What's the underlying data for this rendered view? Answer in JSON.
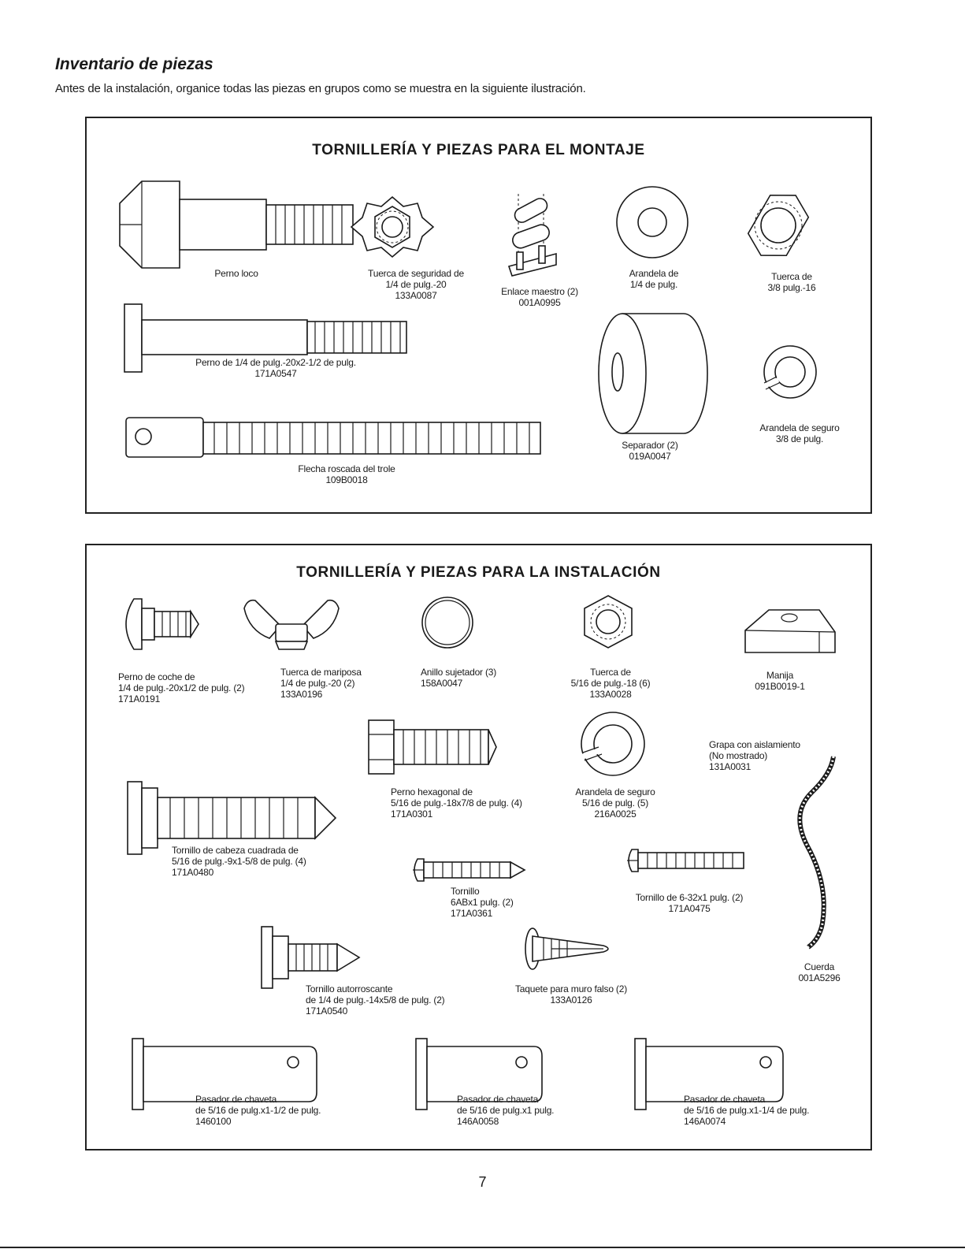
{
  "page": {
    "title": "Inventario de piezas",
    "intro": "Antes de la instalación, organice todas las piezas en grupos como se muestra en la siguiente ilustración.",
    "page_number": "7"
  },
  "panel_mount": {
    "title": "TORNILLERÍA Y PIEZAS PARA EL MONTAJE",
    "parts": [
      {
        "lines": [
          "Perno loco"
        ]
      },
      {
        "lines": [
          "Tuerca de seguridad de",
          "1/4 de pulg.-20",
          "133A0087"
        ]
      },
      {
        "lines": [
          "Enlace maestro (2)",
          "001A0995"
        ]
      },
      {
        "lines": [
          "Arandela de",
          "1/4 de pulg."
        ]
      },
      {
        "lines": [
          "Tuerca de",
          "3/8 pulg.-16"
        ]
      },
      {
        "lines": [
          "Perno de 1/4 de pulg.-20x2-1/2 de pulg.",
          "171A0547"
        ]
      },
      {
        "lines": [
          "Flecha roscada del trole",
          "109B0018"
        ]
      },
      {
        "lines": [
          "Separador (2)",
          "019A0047"
        ]
      },
      {
        "lines": [
          "Arandela de seguro",
          "3/8 de pulg."
        ]
      }
    ]
  },
  "panel_install": {
    "title": "TORNILLERÍA Y PIEZAS PARA LA INSTALACIÓN",
    "parts": [
      {
        "lines": [
          "Perno de coche de",
          "1/4 de pulg.-20x1/2 de pulg. (2)",
          "171A0191"
        ]
      },
      {
        "lines": [
          "Tuerca de mariposa",
          "1/4 de pulg.-20 (2)",
          "133A0196"
        ]
      },
      {
        "lines": [
          "Anillo sujetador (3)",
          "158A0047"
        ]
      },
      {
        "lines": [
          "Tuerca de",
          "5/16 de pulg.-18 (6)",
          "133A0028"
        ]
      },
      {
        "lines": [
          "Manija",
          "091B0019-1"
        ]
      },
      {
        "lines": [
          "Perno hexagonal de",
          "5/16 de pulg.-18x7/8 de pulg. (4)",
          "171A0301"
        ]
      },
      {
        "lines": [
          "Arandela de seguro",
          "5/16 de pulg. (5)",
          "216A0025"
        ]
      },
      {
        "lines": [
          "Grapa con aislamiento",
          "(No mostrado)",
          "131A0031"
        ]
      },
      {
        "lines": [
          "Tornillo de cabeza cuadrada de",
          "5/16 de pulg.-9x1-5/8 de pulg. (4)",
          "171A0480"
        ]
      },
      {
        "lines": [
          "Tornillo",
          "6ABx1 pulg. (2)",
          "171A0361"
        ]
      },
      {
        "lines": [
          "Tornillo de 6-32x1 pulg. (2)",
          "171A0475"
        ]
      },
      {
        "lines": [
          "Tornillo autorroscante",
          "de 1/4 de pulg.-14x5/8 de pulg. (2)",
          "171A0540"
        ]
      },
      {
        "lines": [
          "Taquete para muro falso (2)",
          "133A0126"
        ]
      },
      {
        "lines": [
          "Cuerda",
          "001A5296"
        ]
      },
      {
        "lines": [
          "Pasador de chaveta",
          "de 5/16 de pulg.x1-1/2 de pulg.",
          "1460100"
        ]
      },
      {
        "lines": [
          "Pasador de chaveta",
          "de 5/16 de pulg.x1 pulg.",
          "146A0058"
        ]
      },
      {
        "lines": [
          "Pasador de chaveta",
          "de 5/16 de pulg.x1-1/4 de pulg.",
          "146A0074"
        ]
      }
    ]
  }
}
